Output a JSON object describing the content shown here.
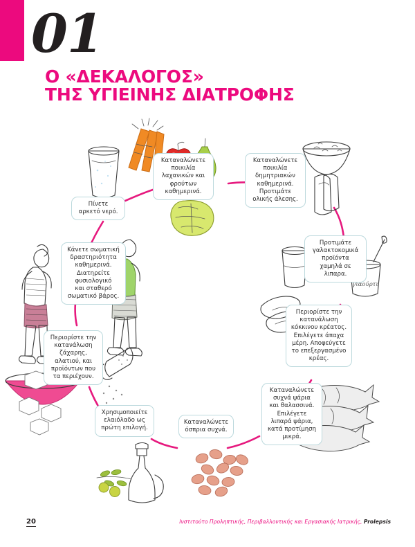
{
  "header": {
    "chapter_number": "01",
    "title_line1": "Ο «ΔΕΚΑΛΟΓΟΣ»",
    "title_line2": "ΤΗΣ ΥΓΙΕΙΝΗΣ ΔΙΑΤΡΟΦΗΣ",
    "accent_color": "#ec0a7e"
  },
  "diagram": {
    "type": "circular-flow",
    "connector_color": "#e6197e",
    "box_border_color": "#bcd9dd",
    "items": [
      {
        "id": "water",
        "text": "Πίνετε\nαρκετό νερό.",
        "icon": "water-glass-illustration"
      },
      {
        "id": "vegetables-fruit",
        "text": "Καταναλώνετε\nποικιλία\nλαχανικών και\nφρούτων\nκαθημερινά.",
        "icon": "carrots-apple-pear-cabbage-illustration"
      },
      {
        "id": "cereals",
        "text": "Καταναλώνετε\nποικιλία\nδημητριακών\nκαθημερινά.\nΠροτιμάτε\nολικής άλεσης.",
        "icon": "cereal-bowl-bread-illustration"
      },
      {
        "id": "dairy",
        "text": "Προτιμάτε\nγαλακτοκομικά\nπροϊόντα\nχαμηλά σε\nλιπαρα.",
        "icon": "milk-glass-yogurt-illustration"
      },
      {
        "id": "red-meat",
        "text": "Περιορίστε την\nκατανάλωση\nκόκκινου κρέατος.\nΕπιλέγετε άπαχα\nμέρη. Αποφεύγετε\nτο επεξεργασμένο\nκρέας.",
        "icon": "meat-cuts-illustration"
      },
      {
        "id": "fish",
        "text": "Καταναλώνετε\nσυχνά ψάρια\nκαι θαλασσινά.\nΕπιλέγετε\nλιπαρά ψάρια,\nκατά προτίμηση\nμικρά.",
        "icon": "fish-illustration"
      },
      {
        "id": "legumes",
        "text": "Καταναλώνετε\nόσπρια συχνά.",
        "icon": "beans-illustration"
      },
      {
        "id": "olive-oil",
        "text": "Χρησιμοποιείτε\nελαιόλαδο ως\nπρώτη επιλογή.",
        "icon": "olive-oil-bottle-illustration"
      },
      {
        "id": "sugar-salt",
        "text": "Περιορίστε την\nκατανάλωση\nζάχαρης,\nαλατιού, και\nπροϊόντων που\nτα περιέχουν.",
        "icon": "salt-shaker-sugar-bowl-illustration"
      },
      {
        "id": "physical-activity",
        "text": "Κάνετε σωματική\nδραστηριότητα\nκαθημερινά.\nΔιατηρείτε\nφυσιολογικό\nκαι σταθερό\nσωματικό βάρος.",
        "icon": "walking-people-illustration"
      }
    ]
  },
  "footer": {
    "page_number": "20",
    "credit": "Ινστιτούτο Προληπτικής, Περιβαλλοντικής και Εργασιακής Ιατρικής,",
    "brand": "Prolepsis"
  }
}
